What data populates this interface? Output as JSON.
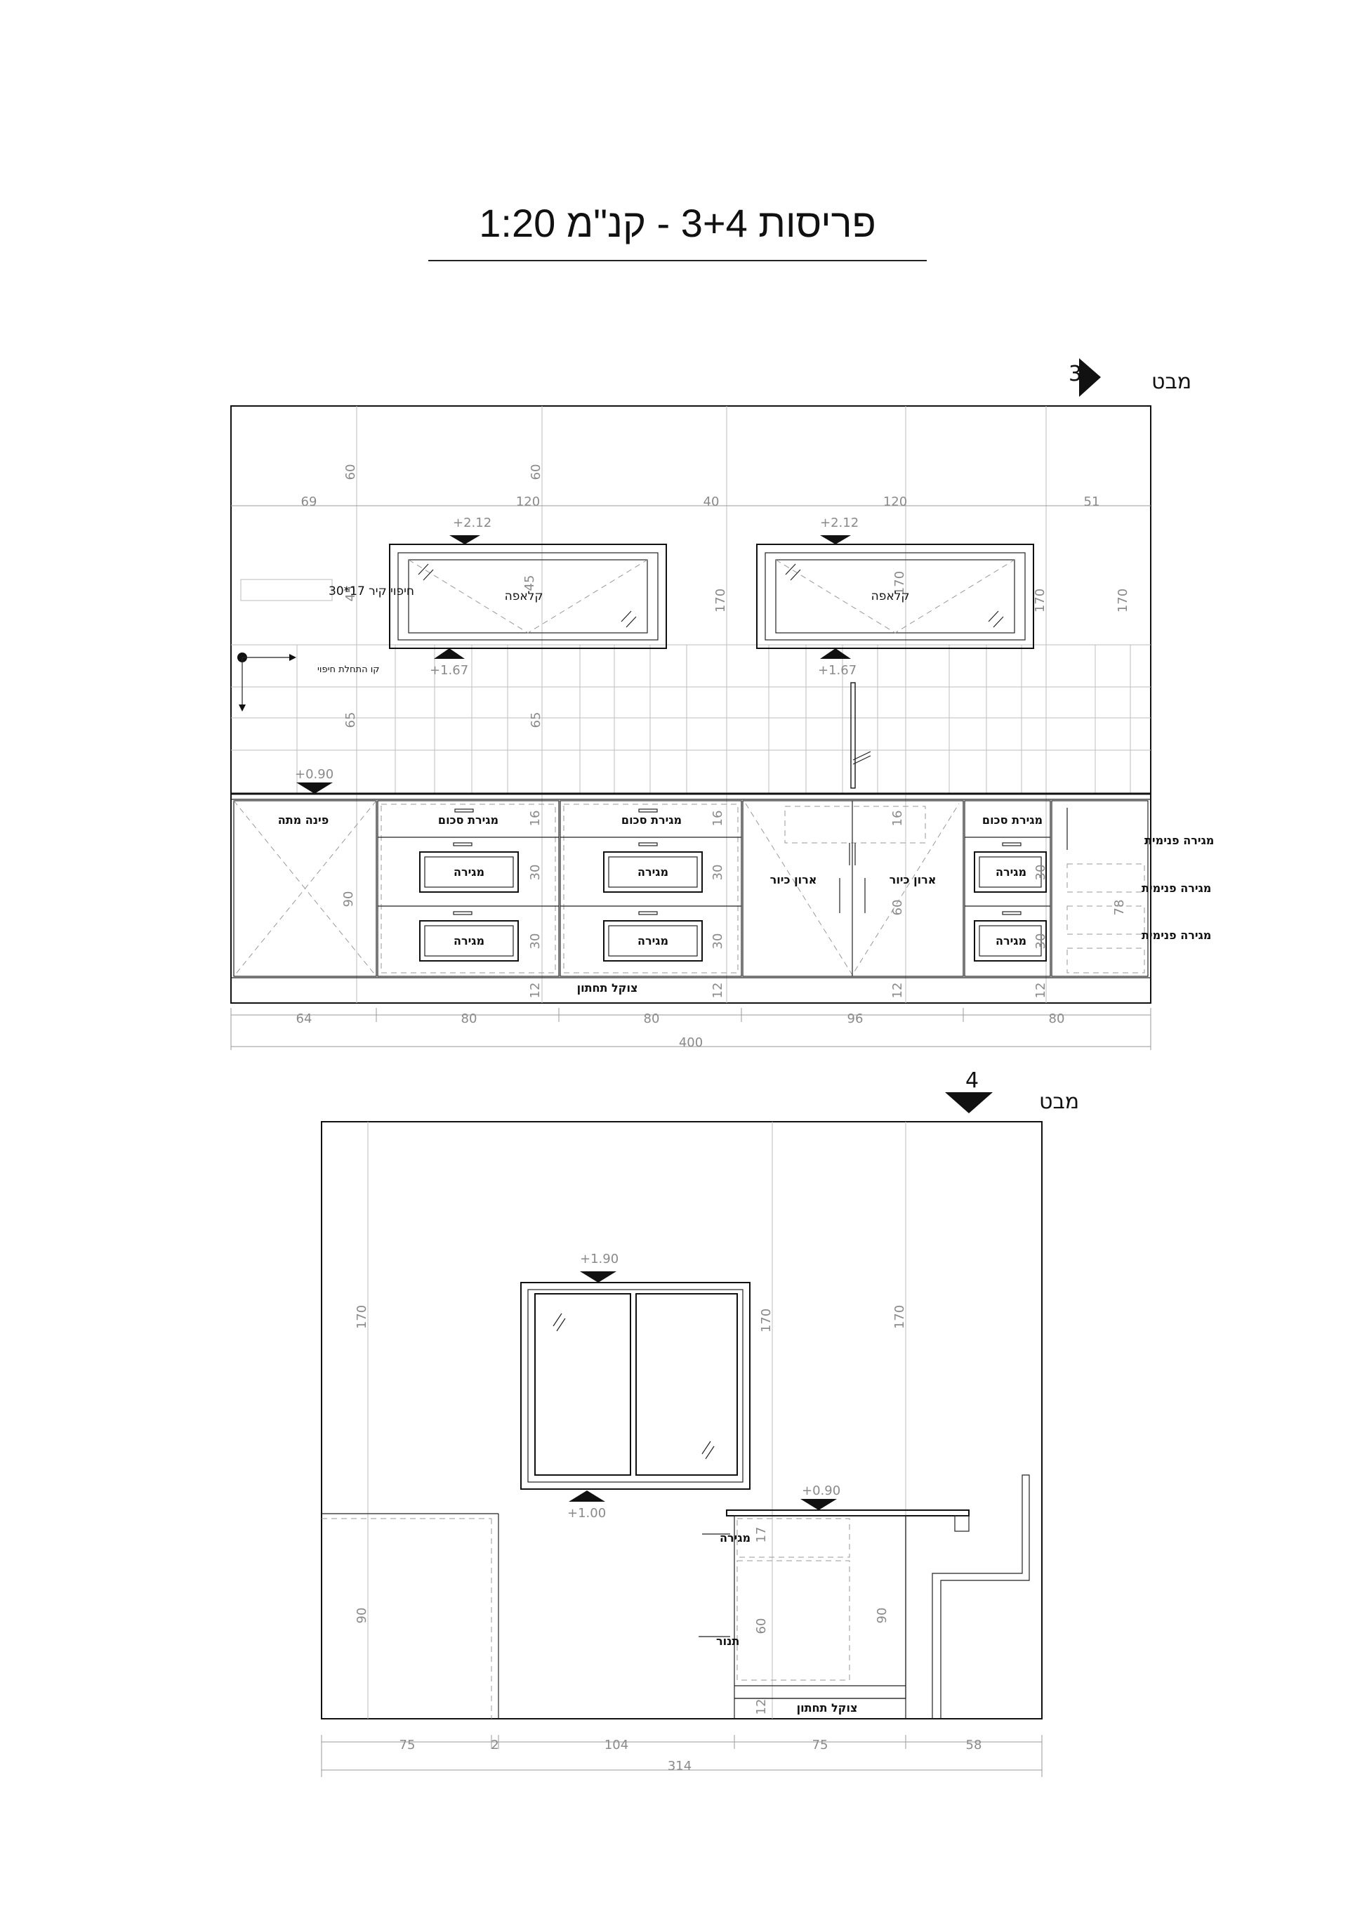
{
  "title": "פריסות 3+4 - קנ\"מ 1:20",
  "view3": {
    "label": "מבט",
    "number": "3",
    "dims_top": [
      "69",
      "120",
      "40",
      "120",
      "51"
    ],
    "dims_vertical": [
      "60",
      "60",
      "45",
      "45",
      "170",
      "170",
      "170",
      "170",
      "65",
      "65"
    ],
    "window_label": "קלאפה",
    "elev_window_top": "+2.12",
    "elev_window_bottom": "+1.67",
    "elev_counter": "+0.90",
    "tile_note": "חיפוי קיר 17*30",
    "tile_line": "קו התחלת חיפוי",
    "corner": "פינה מתה",
    "cutlery": "מגירת סכום",
    "drawer": "מגירה",
    "sink_cab": "ארון כיור",
    "inner_drawer": "מגירה פנימית",
    "plinth": "צוקל תחתון",
    "dims_cab_v": [
      "90",
      "16",
      "16",
      "16",
      "30",
      "30",
      "30",
      "30",
      "30",
      "30",
      "60",
      "78",
      "12",
      "12",
      "12",
      "12"
    ],
    "dims_bottom": [
      "64",
      "80",
      "80",
      "96",
      "80"
    ],
    "total": "400"
  },
  "view4": {
    "label": "מבט",
    "number": "4",
    "elev_window_top": "+1.90",
    "elev_window_bottom": "+1.00",
    "elev_counter": "+0.90",
    "dims_vertical": [
      "170",
      "170",
      "170",
      "90",
      "90",
      "17",
      "60",
      "12"
    ],
    "drawer": "מגירה",
    "oven": "תנור",
    "plinth": "צוקל תחתון",
    "dims_bottom": [
      "75",
      "2",
      "104",
      "75",
      "58"
    ],
    "total": "314"
  }
}
